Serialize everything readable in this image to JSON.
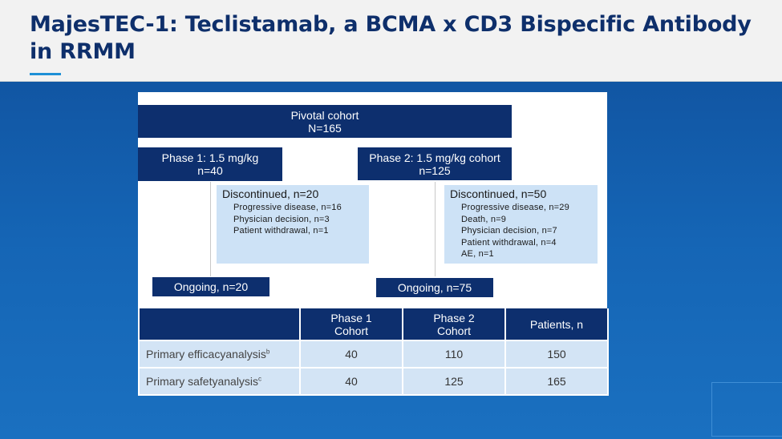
{
  "slide": {
    "title": "MajesTEC-1: Teclistamab, a BCMA x CD3 Bispecific Antibody in RRMM"
  },
  "flow": {
    "pivotal": {
      "line1": "Pivotal cohort",
      "line2": "N=165"
    },
    "phase1": {
      "line1": "Phase 1: 1.5 mg/kg",
      "line2": "n=40",
      "discontinued": {
        "heading": "Discontinued, n=20",
        "reasons": [
          "Progressive disease, n=16",
          "Physician decision, n=3",
          "Patient withdrawal, n=1"
        ]
      },
      "ongoing": "Ongoing, n=20"
    },
    "phase2": {
      "line1": "Phase 2: 1.5 mg/kg cohort",
      "line2": "n=125",
      "discontinued": {
        "heading": "Discontinued, n=50",
        "reasons": [
          "Progressive disease, n=29",
          "Death, n=9",
          "Physician decision, n=7",
          "Patient withdrawal, n=4",
          "AE, n=1"
        ]
      },
      "ongoing": "Ongoing, n=75"
    }
  },
  "table": {
    "headers": [
      "",
      "Phase 1\nCohort",
      "Phase 2\nCohort",
      "Patients, n"
    ],
    "rows": [
      {
        "label": "Primary efficacyanalysis",
        "sup": "b",
        "values": [
          "40",
          "110",
          "150"
        ]
      },
      {
        "label": "Primary safetyanalysis",
        "sup": "c",
        "values": [
          "40",
          "125",
          "165"
        ]
      }
    ]
  },
  "colors": {
    "navy": "#0d2f6e",
    "light_blue": "#cde2f6",
    "title": "#0e2f6b",
    "background_blue": "#1565b5"
  }
}
